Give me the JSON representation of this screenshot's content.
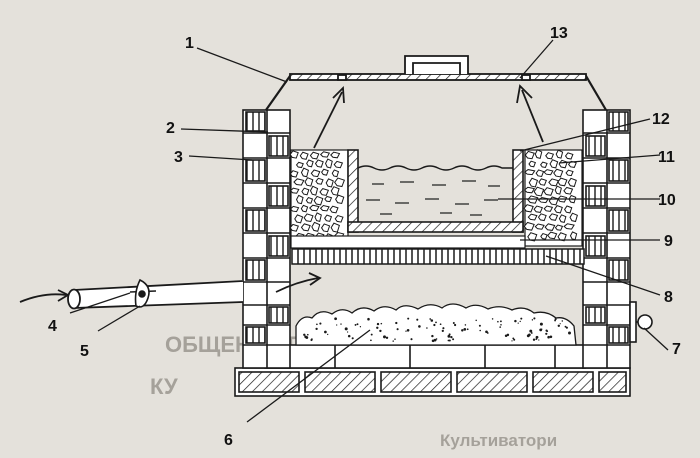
{
  "diagram": {
    "callouts": [
      {
        "label": "1"
      },
      {
        "label": "2"
      },
      {
        "label": "3"
      },
      {
        "label": "4"
      },
      {
        "label": "5"
      },
      {
        "label": "6"
      },
      {
        "label": "7"
      },
      {
        "label": "8"
      },
      {
        "label": "9"
      },
      {
        "label": "10"
      },
      {
        "label": "11"
      },
      {
        "label": "12"
      },
      {
        "label": "13"
      }
    ]
  },
  "background_page": {
    "heading_fragment_1": "ОБЩЕНИЕ ПОДЗЕМНОЙ",
    "heading_fragment_2": "КУ",
    "heading_fragment_3": "Культиватори"
  },
  "colors": {
    "paper": "#e4e1db",
    "ink": "#1a1a1a",
    "faint_print": "#9f9b94"
  }
}
